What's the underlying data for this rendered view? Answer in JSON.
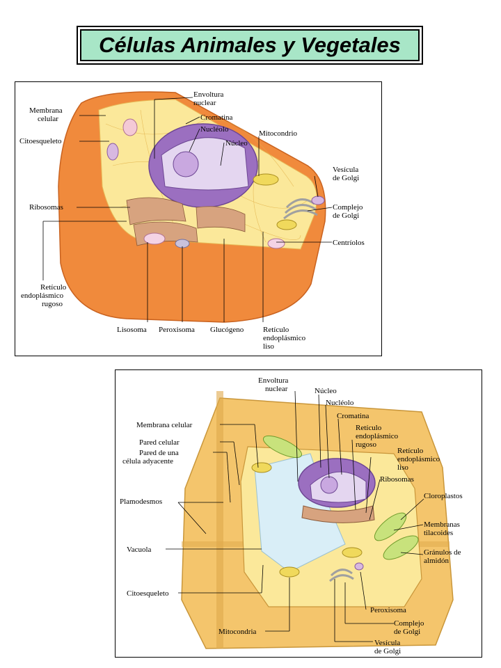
{
  "title": "Células Animales y Vegetales",
  "animal_cell": {
    "labels": {
      "envoltura1": "Envoltura",
      "envoltura2": "nuclear",
      "membrana1": "Membrana",
      "membrana2": "celular",
      "cromatina": "Cromatina",
      "nucleolo": "Nucléolo",
      "citoesqueleto": "Citoesqueleto",
      "nucleo": "Núcleo",
      "mitocondrio": "Mitocondrio",
      "vesicula1": "Vesícula",
      "vesicula2": "de Golgi",
      "ribosomas": "Ribosomas",
      "complejo1": "Complejo",
      "complejo2": "de Golgi",
      "centriolos": "Centríolos",
      "rer1": "Retículo",
      "rer2": "endoplásmico",
      "rer3": "rugoso",
      "lisosoma": "Lisosoma",
      "peroxisoma": "Peroxisoma",
      "glucogeno": "Glucógeno",
      "rel1": "Retículo",
      "rel2": "endoplásmico",
      "rel3": "liso"
    }
  },
  "plant_cell": {
    "labels": {
      "envoltura1": "Envoltura",
      "envoltura2": "nuclear",
      "nucleo": "Núcleo",
      "nucleolo": "Nucléolo",
      "cromatina": "Cromatina",
      "membrana": "Membrana celular",
      "rer1": "Retículo",
      "rer2": "endoplásmico",
      "rer3": "rugoso",
      "pared": "Pared celular",
      "pared_ady1": "Pared de una",
      "pared_ady2": "célula adyacente",
      "rel1": "Retículo",
      "rel2": "endoplásmico",
      "rel3": "liso",
      "ribosomas": "Ribosomas",
      "cloroplastos": "Cloroplastos",
      "plamodesmos": "Plamodesmos",
      "membranas1": "Membranas",
      "membranas2": "tilacoides",
      "vacuola": "Vacuola",
      "granulos1": "Gránulos de",
      "granulos2": "almidón",
      "citoesqueleto": "Citoesqueleto",
      "peroxisoma": "Peroxisoma",
      "complejo1": "Complejo",
      "complejo2": "de Golgi",
      "mitocondria": "Mitocondria",
      "vesicula1": "Vesícula",
      "vesicula2": "de Golgi"
    }
  },
  "colors": {
    "title_bg": "#a8e6c7",
    "membrane": "#f08a3c",
    "cytoplasm": "#fbe89a",
    "nucleus": "#9b6fc0",
    "wall": "#f4c56c"
  }
}
